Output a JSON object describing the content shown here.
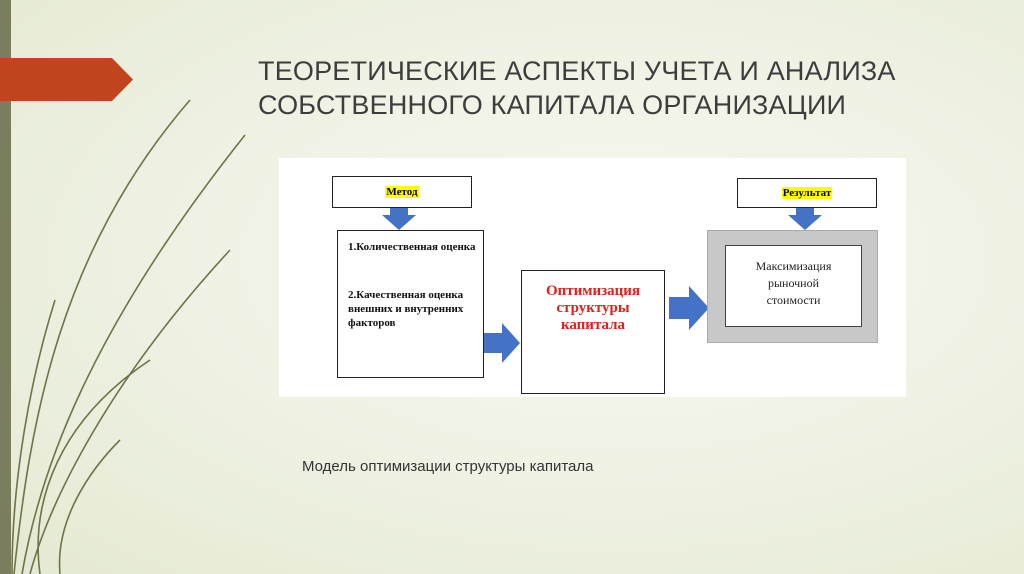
{
  "slide": {
    "title_line1": "ТЕОРЕТИЧЕСКИЕ АСПЕКТЫ УЧЕТА И АНАЛИЗА",
    "title_line2": "СОБСТВЕННОГО КАПИТАЛА ОРГАНИЗАЦИИ",
    "caption": "Модель оптимизации структуры капитала"
  },
  "diagram": {
    "method_label": "Метод",
    "factor_1": "1.Количественная оценка",
    "factor_2": "2.Качественная оценка внешних и внутренних факторов",
    "center_label": "Оптимизация структуры капитала",
    "result_label": "Результат",
    "result_text": "Максимизация рыночной стоимости"
  },
  "colors": {
    "ribbon": "#c0451f",
    "arrow": "#4472c4",
    "highlight": "#ffff00",
    "center_text": "#e0201a",
    "left_bar": "#7b7d5f"
  }
}
